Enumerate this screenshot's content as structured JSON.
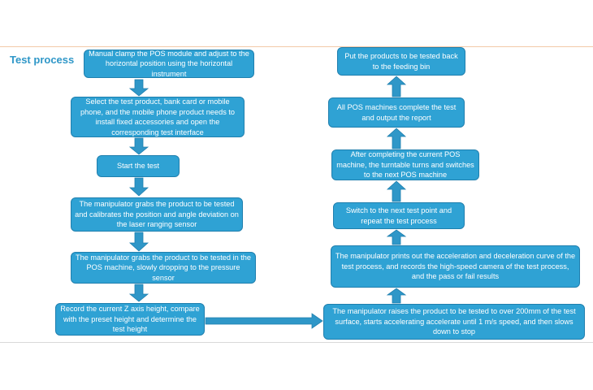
{
  "title": "Test process",
  "colors": {
    "box_fill": "#2fa2d4",
    "box_border": "#1f7fae",
    "arrow": "#2f97c8",
    "title": "#2f97c8"
  },
  "left_column": [
    "Manual clamp the POS module and adjust to the horizontal position using the horizontal instrument",
    "Select the test product, bank card or mobile phone, and the mobile phone product needs to install fixed accessories and open the corresponding test interface",
    "Start the test",
    "The manipulator grabs the product to be tested and calibrates the position and angle deviation on the laser ranging sensor",
    "The manipulator grabs the product to be tested in the POS machine, slowly dropping to the pressure sensor",
    "Record the current Z axis height, compare with the preset height and determine the test height"
  ],
  "right_column": [
    "Put the products to be tested back to the feeding bin",
    "All POS machines complete the test and output the report",
    "After completing the current POS machine, the turntable turns and switches to the next POS machine",
    "Switch to the next test point and repeat the test process",
    "The manipulator prints out the acceleration and deceleration curve of the test process, and records the high-speed camera of the test process, and the pass or fail results",
    "The manipulator raises the product to be tested to over 200mm of the test surface, starts accelerating accelerate until 1 m/s speed, and then slows down to stop"
  ]
}
